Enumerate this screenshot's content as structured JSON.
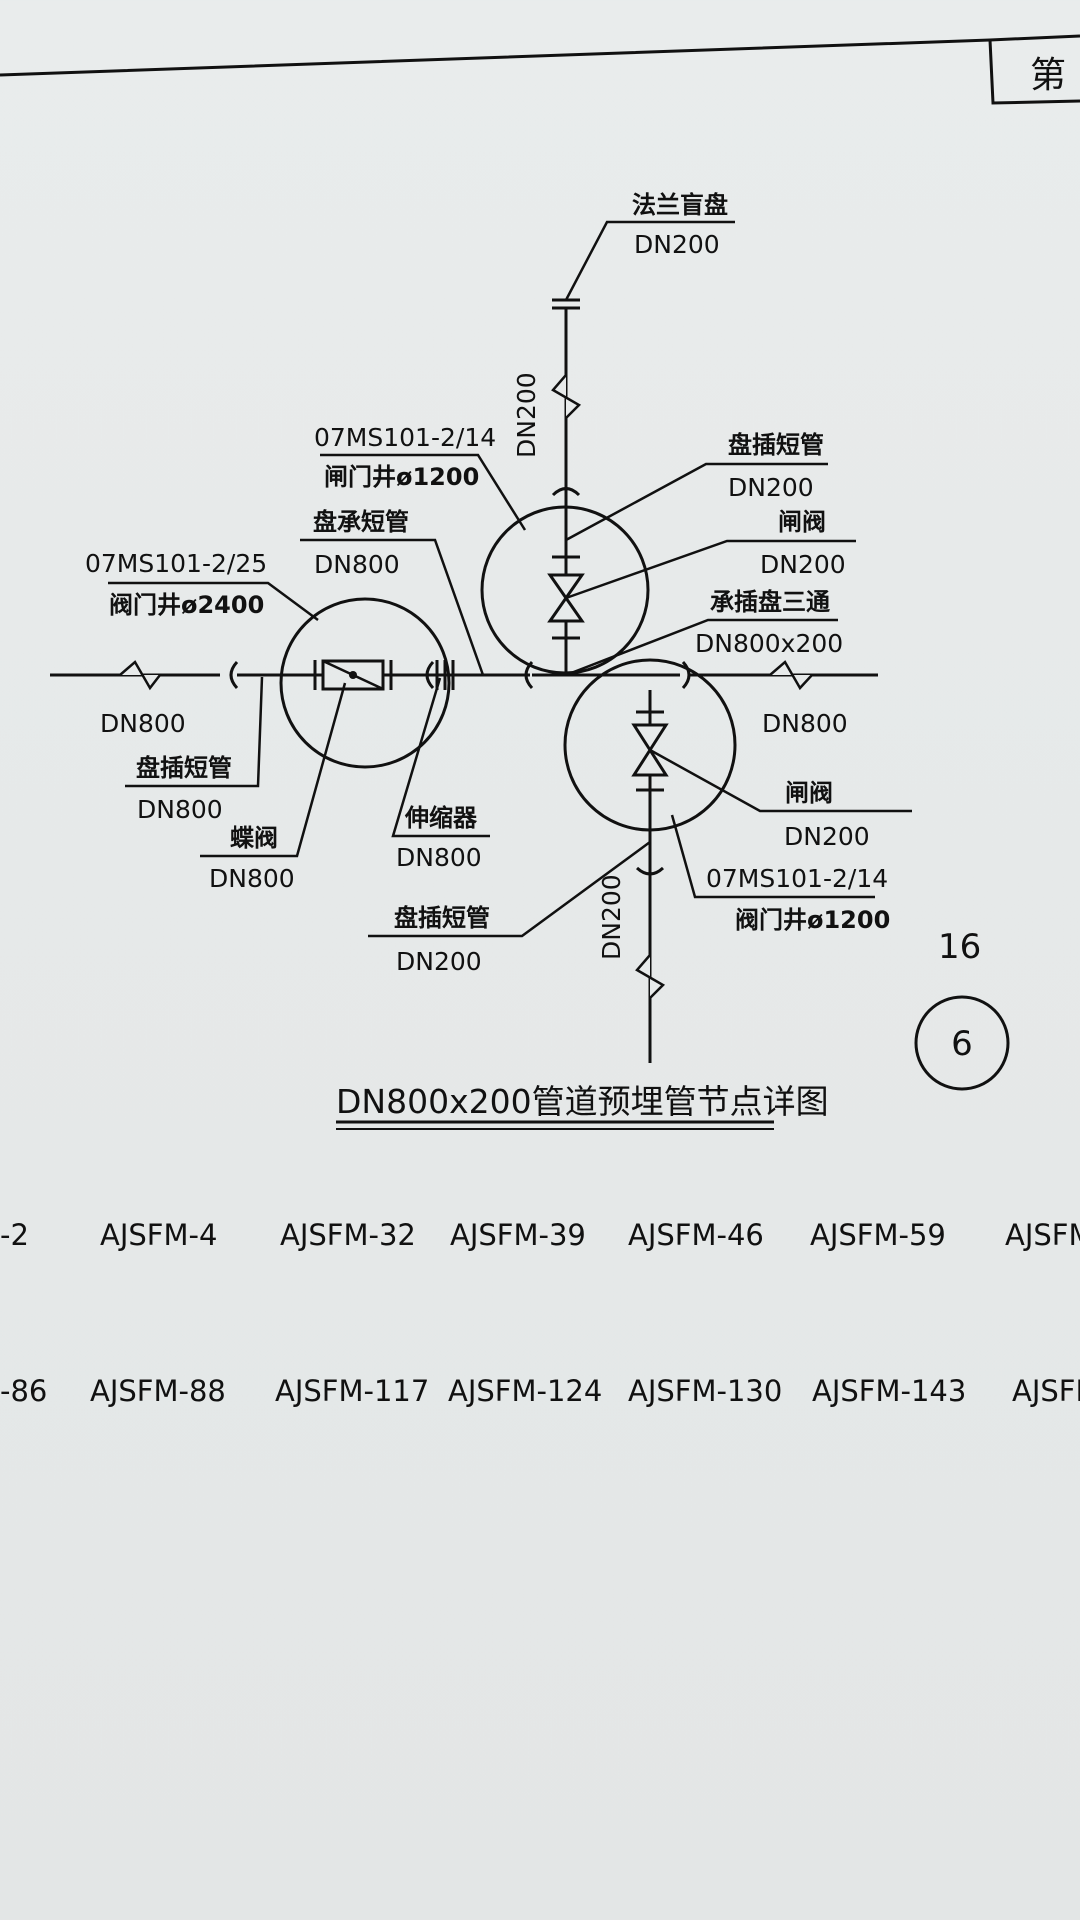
{
  "header": {
    "corner_char": "第"
  },
  "diagram": {
    "title": "DN800x200管道预埋管节点详图",
    "page_number": "16",
    "circle_marker": "6",
    "labels": {
      "flange_blind": "法兰盲盘",
      "flange_blind_size": "DN200",
      "pipe_vertical_top": "DN200",
      "well_top_ref": "07MS101-2/14",
      "well_top_desc": "闸门井ø1200",
      "short_pipe_top": "盘插短管",
      "short_pipe_top_size": "DN200",
      "gate_valve_top": "闸阀",
      "gate_valve_top_size": "DN200",
      "tee": "承插盘三通",
      "tee_size": "DN800x200",
      "socket_short_pipe": "盘承短管",
      "socket_short_pipe_size": "DN800",
      "well_left_ref": "07MS101-2/25",
      "well_left_desc": "阀门井ø2400",
      "main_left_size": "DN800",
      "main_right_size": "DN800",
      "short_pipe_left": "盘插短管",
      "short_pipe_left_size": "DN800",
      "butterfly_valve": "蝶阀",
      "butterfly_valve_size": "DN800",
      "expansion_joint": "伸缩器",
      "expansion_joint_size": "DN800",
      "gate_valve_bottom": "闸阀",
      "gate_valve_bottom_size": "DN200",
      "well_bottom_ref": "07MS101-2/14",
      "well_bottom_desc": "阀门井ø1200",
      "short_pipe_bottom": "盘插短管",
      "short_pipe_bottom_size": "DN200",
      "pipe_vertical_bottom": "DN200"
    }
  },
  "code_rows": [
    [
      "-2",
      "AJSFM-4",
      "AJSFM-32",
      "AJSFM-39",
      "AJSFM-46",
      "AJSFM-59",
      "AJSFM"
    ],
    [
      "-86",
      "AJSFM-88",
      "AJSFM-117",
      "AJSFM-124",
      "AJSFM-130",
      "AJSFM-143",
      "AJSFM"
    ]
  ]
}
